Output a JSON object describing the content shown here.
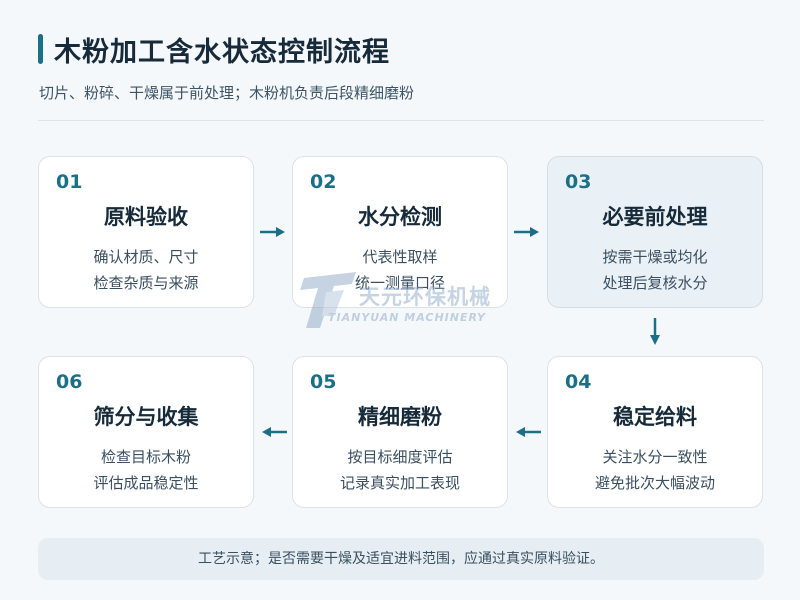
{
  "header": {
    "title": "木粉加工含水状态控制流程",
    "subtitle": "切片、粉碎、干燥属于前处理；木粉机负责后段精细磨粉"
  },
  "steps": [
    {
      "num": "01",
      "title": "原料验收",
      "line1": "确认材质、尺寸",
      "line2": "检查杂质与来源"
    },
    {
      "num": "02",
      "title": "水分检测",
      "line1": "代表性取样",
      "line2": "统一测量口径"
    },
    {
      "num": "03",
      "title": "必要前处理",
      "line1": "按需干燥或均化",
      "line2": "处理后复核水分"
    },
    {
      "num": "04",
      "title": "稳定给料",
      "line1": "关注水分一致性",
      "line2": "避免批次大幅波动"
    },
    {
      "num": "05",
      "title": "精细磨粉",
      "line1": "按目标细度评估",
      "line2": "记录真实加工表现"
    },
    {
      "num": "06",
      "title": "筛分与收集",
      "line1": "检查目标木粉",
      "line2": "评估成品稳定性"
    }
  ],
  "watermark": {
    "cn": "天元环保机械",
    "en": "TIANYUAN MACHINERY"
  },
  "footer": {
    "note": "工艺示意；是否需要干燥及适宜进料范围，应通过真实原料验证。"
  },
  "colors": {
    "accent": "#1b6f86",
    "highlight_card": "#eaf1f6",
    "background": "#f4f8fa"
  }
}
